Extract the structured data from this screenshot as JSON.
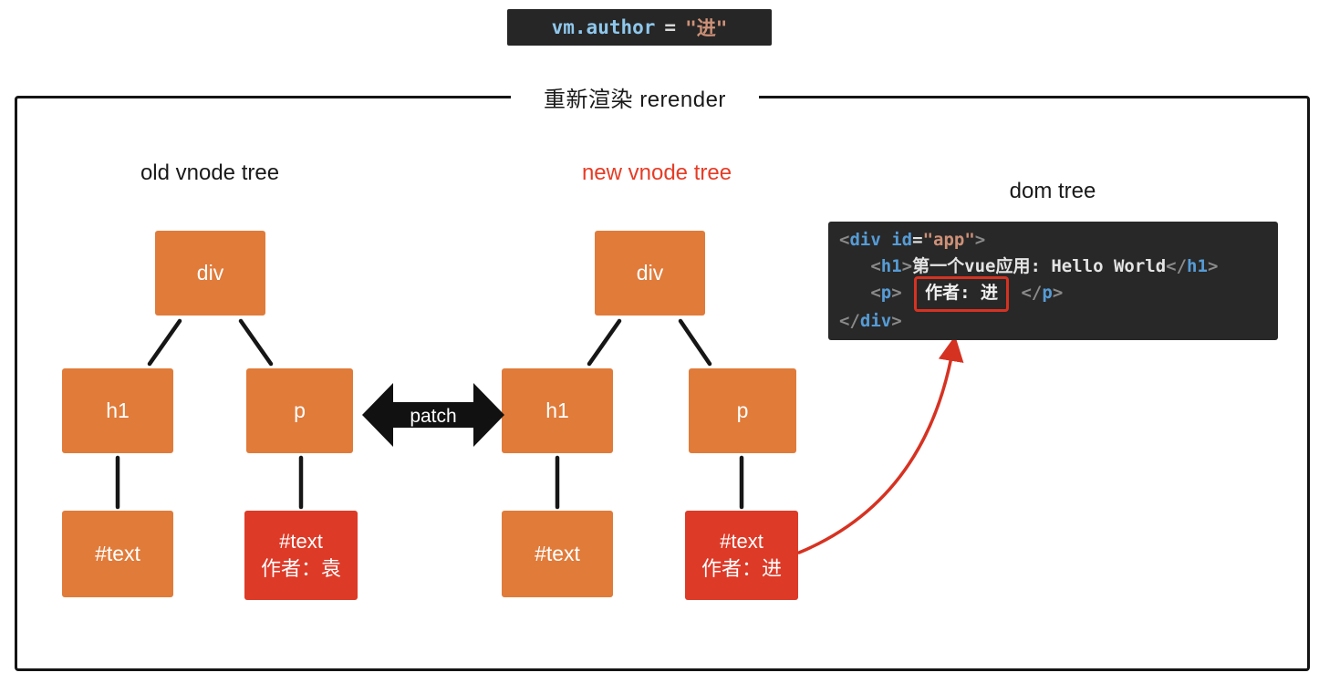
{
  "assignment_code": {
    "lhs": "vm.author",
    "op": "=",
    "rhs": "\"进\""
  },
  "rerender": {
    "title": "重新渲染 rerender"
  },
  "section_labels": {
    "old_tree": "old vnode tree",
    "new_tree": "new vnode tree",
    "dom_tree": "dom tree"
  },
  "patch": {
    "label": "patch"
  },
  "old_tree": {
    "div": "div",
    "h1": "h1",
    "p": "p",
    "h1_text": "#text",
    "p_text_title": "#text",
    "p_text_value": "作者：袁"
  },
  "new_tree": {
    "div": "div",
    "h1": "h1",
    "p": "p",
    "h1_text": "#text",
    "p_text_title": "#text",
    "p_text_value": "作者：进"
  },
  "dom_code": {
    "l1": [
      "<",
      "div",
      " ",
      "id",
      "=",
      "\"app\"",
      ">"
    ],
    "l2": [
      "   ",
      "<",
      "h1",
      ">",
      "第一个vue应用: Hello World",
      "</",
      "h1",
      ">"
    ],
    "l3a": [
      "   ",
      "<",
      "p",
      ">",
      " "
    ],
    "l3_highlight": "作者: 进",
    "l3b": [
      " ",
      "</",
      "p",
      ">"
    ],
    "l4": [
      "</",
      "div",
      ">"
    ]
  },
  "colors": {
    "node_orange": "#e07b3a",
    "node_changed_red": "#dd3a28",
    "new_tree_label_red": "#e63c26",
    "update_arrow_red": "#d63222",
    "patch_arrow_black": "#111111",
    "code_background": "#282828",
    "code_tag_blue": "#569cd6",
    "code_string_salmon": "#ce9178",
    "code_variable_blue": "#8fc7ec"
  }
}
